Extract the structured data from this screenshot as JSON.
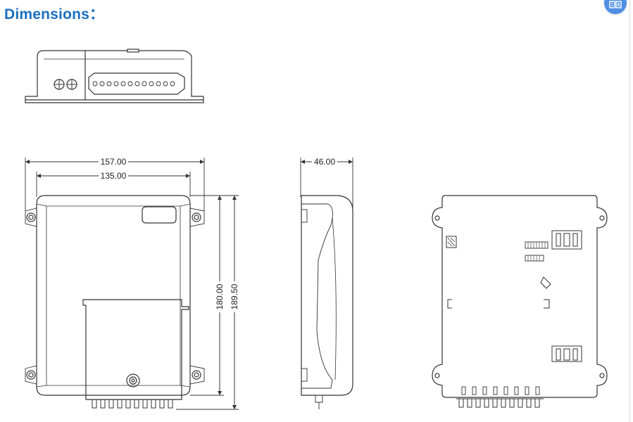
{
  "page": {
    "title": "Dimensions："
  },
  "dimensions": {
    "overall_width": "157.00",
    "body_width": "135.00",
    "depth": "46.00",
    "body_height": "180.00",
    "overall_height": "189.50"
  },
  "icons": {
    "corner_badge": "image-translate-icon"
  },
  "colors": {
    "title": "#1c6fc0",
    "badge": "#4f8fe6",
    "line": "#333333"
  }
}
